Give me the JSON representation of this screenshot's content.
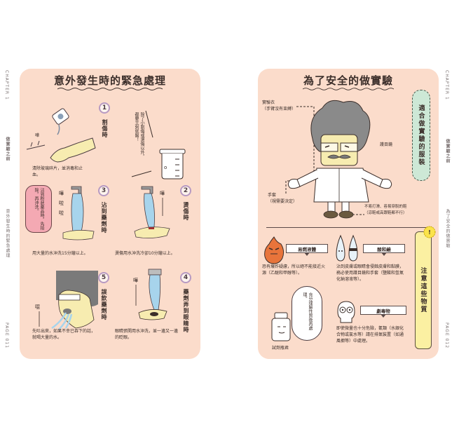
{
  "left_page": {
    "title": "意外發生時的緊急處理",
    "margin": {
      "chapter": "CHAPTER 1",
      "section": "做實驗之前",
      "topic": "意外發生時的緊急處理",
      "page": "PAGE 011"
    },
    "steps": [
      {
        "number": "1",
        "label": "割傷時",
        "caption": "清除玻璃碎片，並消毒和止血。"
      },
      {
        "number": "2",
        "label": "燙傷時",
        "caption": "燙傷用水沖洗冷卻10分鐘以上。"
      },
      {
        "number": "3",
        "label": "沾到藥劑時",
        "caption": "用大量的水沖洗15分鐘以上。"
      },
      {
        "number": "4",
        "label": "藥劑弄到眼睛時",
        "caption": "眼睛張開用水沖洗，並一邊又一邊的眨眼。"
      },
      {
        "number": "5",
        "label": "誤飲藥劑時",
        "caption": "先吐出來，如果不幸已吞下的話，就喝大量的水。"
      }
    ],
    "beaker_note": "除了小割傷或燙傷以外，都要立刻就醫！",
    "pink_note": "沾到粉狀藥品時，先拍除，再沖洗。",
    "sounds": {
      "splash_1": "嘩啦",
      "splash_2": "嘩啦",
      "splash_3": "嘩",
      "tap": "嘩",
      "eye": "嘩",
      "cough": "噁"
    }
  },
  "right_page": {
    "title": "為了安全的做實驗",
    "margin": {
      "chapter": "CHAPTER 1",
      "section": "做實驗之前",
      "topic": "為了安全的做實驗",
      "page": "PAGE 012"
    },
    "outfit_box": "適合做實驗的服裝",
    "labels": {
      "lab_coat": "實驗衣",
      "lab_coat_note": "（手臂沒有束縛）",
      "goggles": "護目鏡",
      "gloves": "手套",
      "gloves_note": "（視需要決定）",
      "shoes": "不易打滑、容易穿脫的鞋",
      "shoes_note": "（涼鞋或高跟鞋都不行）"
    },
    "caution_box": "注意這些物質",
    "substances": [
      {
        "name": "易燃液體",
        "desc": "恐有爆炸疑慮，所以絕不能接近火源（乙醚和甲醇等）。"
      },
      {
        "name": "酸和鹼",
        "desc": "沾到皮膚或眼睛會侵蝕皮膚和黏膜，務必使用護目鏡和手套（鹽酸和氫氧化鈉溶液等）。"
      },
      {
        "name": "劇毒物",
        "desc": "即使微量也十分危險，氰類（水銀化合物或氯水等）請在排氣裝置（如通風櫥等）中處理。"
      }
    ],
    "bubble_text": "充分理解性質後再處理。",
    "bottle_label": "試劑瓶君"
  },
  "colors": {
    "page_bg": "#fbdccb",
    "step_ring": "#b79ac2",
    "pink_note": "#f4a9b3",
    "outfit_box": "#cde8d6",
    "caution_box": "#fbf0a2",
    "flame": "#e8743b",
    "water": "#a7d4ec",
    "hair": "#8a8a8a",
    "skin": "#f7ecb0"
  }
}
